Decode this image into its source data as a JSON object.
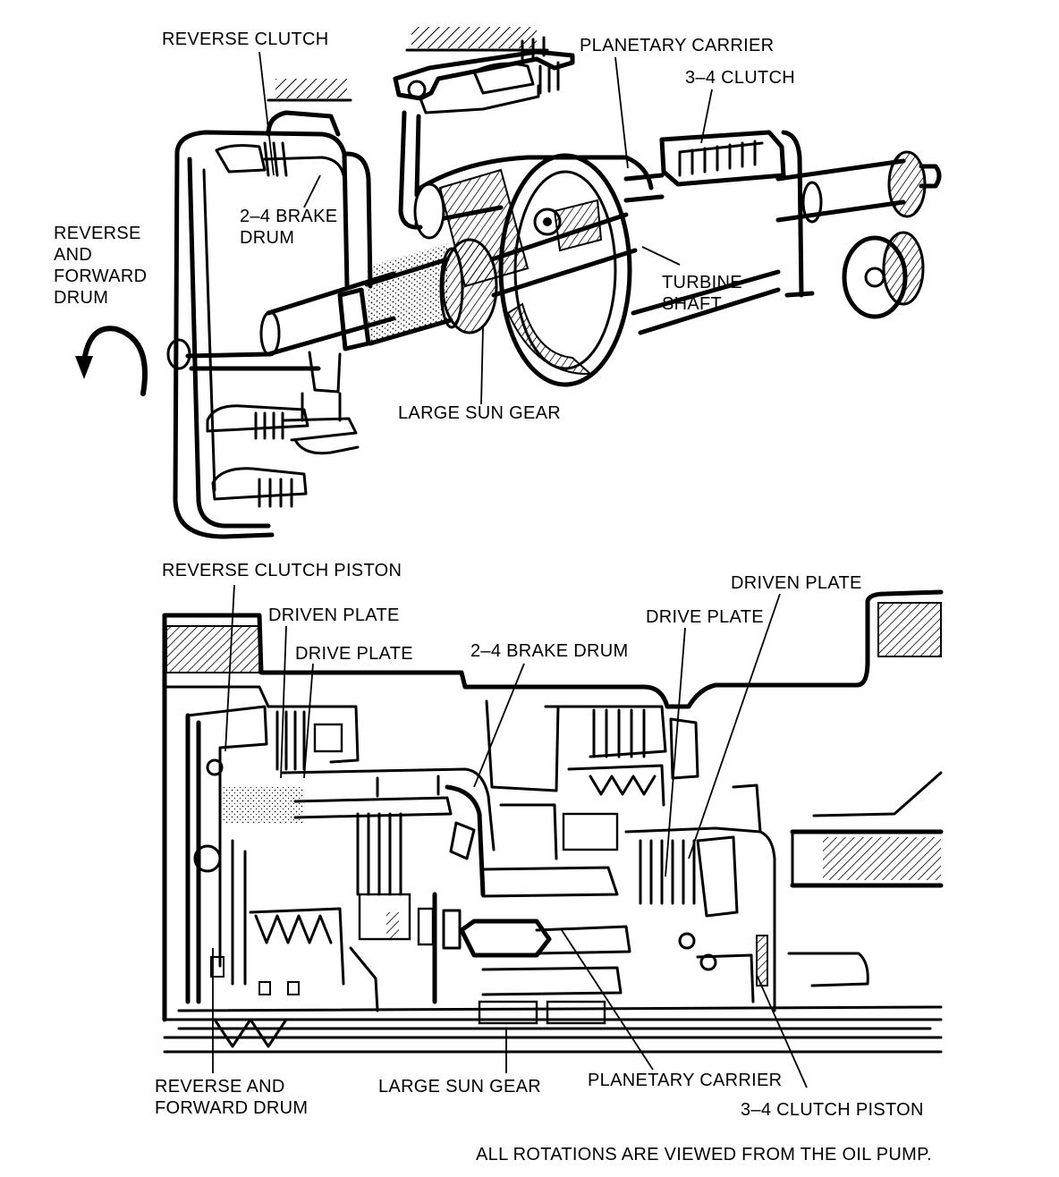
{
  "top_view": {
    "labels": {
      "reverse_clutch": "REVERSE CLUTCH",
      "planetary_carrier": "PLANETARY CARRIER",
      "clutch_3_4": "3–4 CLUTCH",
      "brake_drum_line1": "2–4 BRAKE",
      "brake_drum_line2": "DRUM",
      "drum_line1": "REVERSE",
      "drum_line2": "AND",
      "drum_line3": "FORWARD",
      "drum_line4": "DRUM",
      "turbine_line1": "TURBINE",
      "turbine_line2": "SHAFT",
      "large_sun_gear": "LARGE SUN GEAR"
    }
  },
  "section_view": {
    "labels": {
      "reverse_clutch_piston": "REVERSE CLUTCH PISTON",
      "driven_plate_left": "DRIVEN PLATE",
      "drive_plate_left": "DRIVE PLATE",
      "brake_drum": "2–4 BRAKE DRUM",
      "driven_plate_right": "DRIVEN PLATE",
      "drive_plate_right": "DRIVE PLATE",
      "drum_line1": "REVERSE AND",
      "drum_line2": "FORWARD DRUM",
      "large_sun_gear": "LARGE SUN GEAR",
      "planetary_carrier": "PLANETARY CARRIER",
      "clutch_piston_3_4": "3–4 CLUTCH PISTON"
    }
  },
  "footnote": "ALL ROTATIONS ARE VIEWED FROM THE OIL PUMP."
}
